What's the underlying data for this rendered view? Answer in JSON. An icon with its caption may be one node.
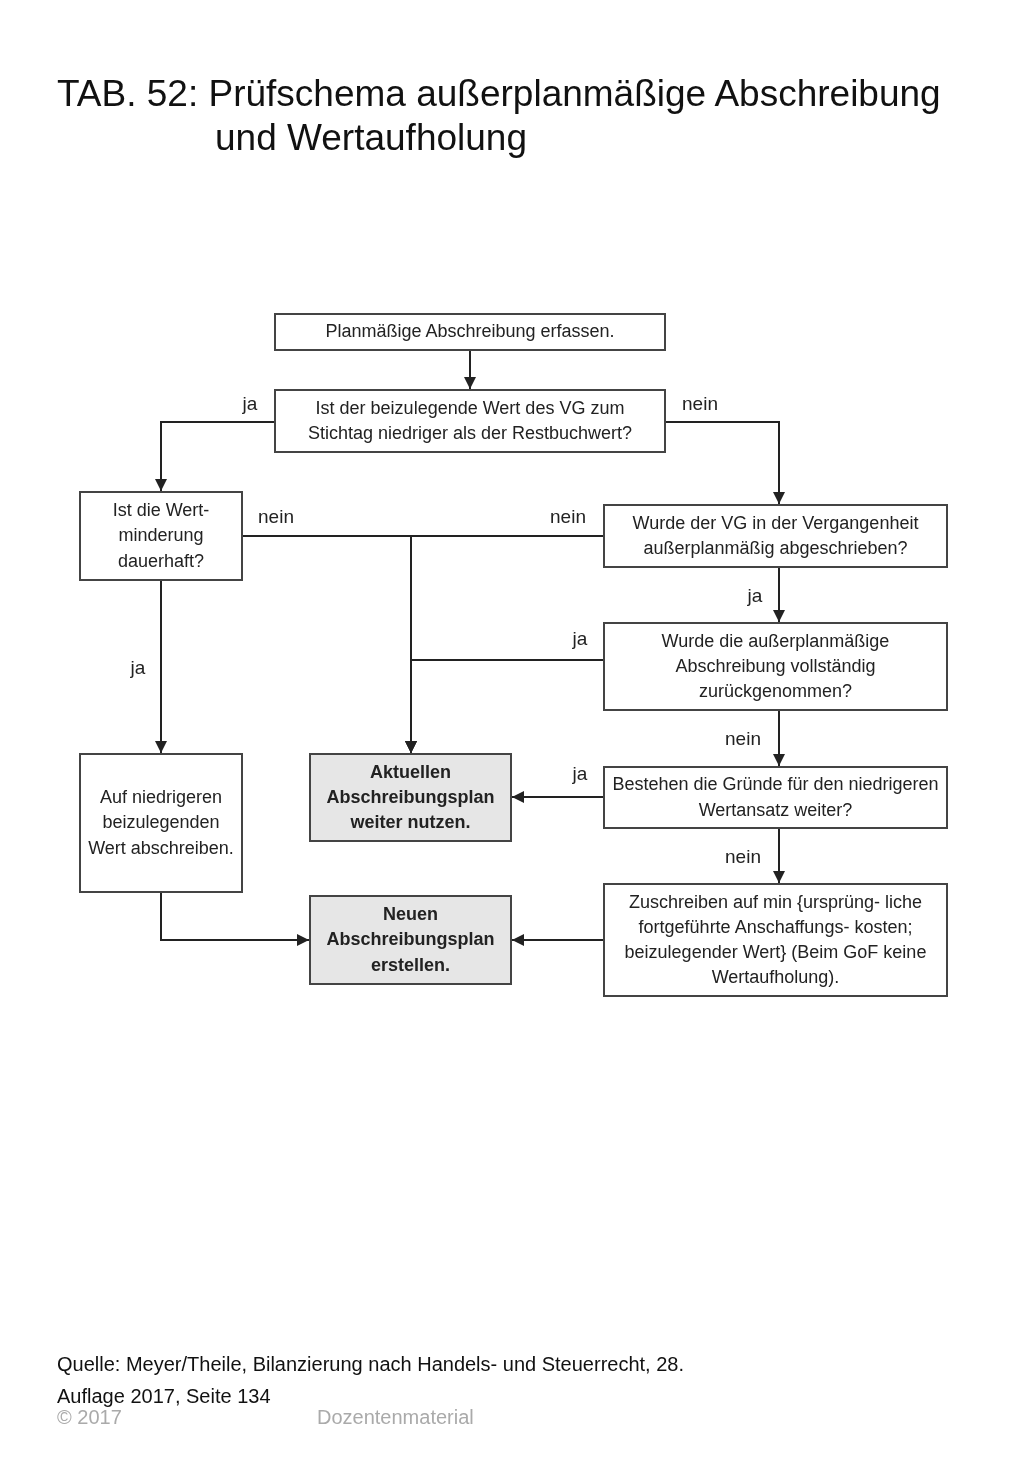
{
  "diagram": {
    "title": "TAB. 52: Prüfschema außerplanmäßige Abschreibung und Wertaufholung",
    "caption": "Quelle: Meyer/Theile, Bilanzierung nach Handels- und Steuerrecht, 28. Auflage 2017, Seite 134",
    "nodes": [
      {
        "text": [
          "Planmäßige Abschreibung erfassen."
        ]
      },
      {
        "text": [
          "Ist der beizulegende Wert des VG zum Stichtag niedriger als der Restbuchwert?"
        ]
      },
      {
        "text": [
          "Ist die Wert- minderung dauerhaft?"
        ]
      },
      {
        "text": [
          "Wurde der VG in der Vergangenheit außerplanmäßig abgeschrieben?"
        ]
      },
      {
        "text": [
          "Wurde die außerplanmäßige Abschreibung vollständig zurückgenommen?"
        ]
      },
      {
        "text": [
          "Auf niedrigeren beizulegenden Wert abschreiben."
        ]
      },
      {
        "text": [
          "Aktuellen Abschreibungsplan weiter nutzen."
        ]
      },
      {
        "text": [
          "Bestehen die Gründe für den niedrigeren Wertansatz weiter?"
        ]
      },
      {
        "text": [
          "Neuen Abschreibungsplan erstellen."
        ]
      },
      {
        "text": [
          "Zuschreiben auf min {ursprüng- liche fortgeführte Anschaffungs- kosten; beizulegender Wert} (Beim GoF keine Wertaufholung)."
        ]
      }
    ],
    "edges": [
      {
        "from": 0,
        "to": 1,
        "arrow": "to"
      },
      {
        "from": 1,
        "to": 2,
        "arrow": "to",
        "label": "ja"
      },
      {
        "from": 1,
        "to": 3,
        "arrow": "to",
        "label": "nein"
      },
      {
        "from": 2,
        "to": 6,
        "arrow": "to",
        "label": "nein"
      },
      {
        "from": 3,
        "to": 6,
        "arrow": "to",
        "label": "nein"
      },
      {
        "from": 3,
        "to": 4,
        "arrow": "to",
        "label": "ja"
      },
      {
        "from": 4,
        "to": 6,
        "arrow": "to",
        "label": "ja"
      },
      {
        "from": 2,
        "to": 5,
        "arrow": "to",
        "label": "ja"
      },
      {
        "from": 4,
        "to": 7,
        "arrow": "to",
        "label": "nein"
      },
      {
        "from": 7,
        "to": 6,
        "arrow": "to",
        "label": "ja"
      },
      {
        "from": 7,
        "to": 9,
        "arrow": "to",
        "label": "nein"
      },
      {
        "from": 5,
        "to": 8,
        "arrow": "to"
      },
      {
        "from": 9,
        "to": 8,
        "arrow": "to"
      }
    ],
    "labels": [
      "© 2017",
      "Dozentenmaterial"
    ]
  }
}
